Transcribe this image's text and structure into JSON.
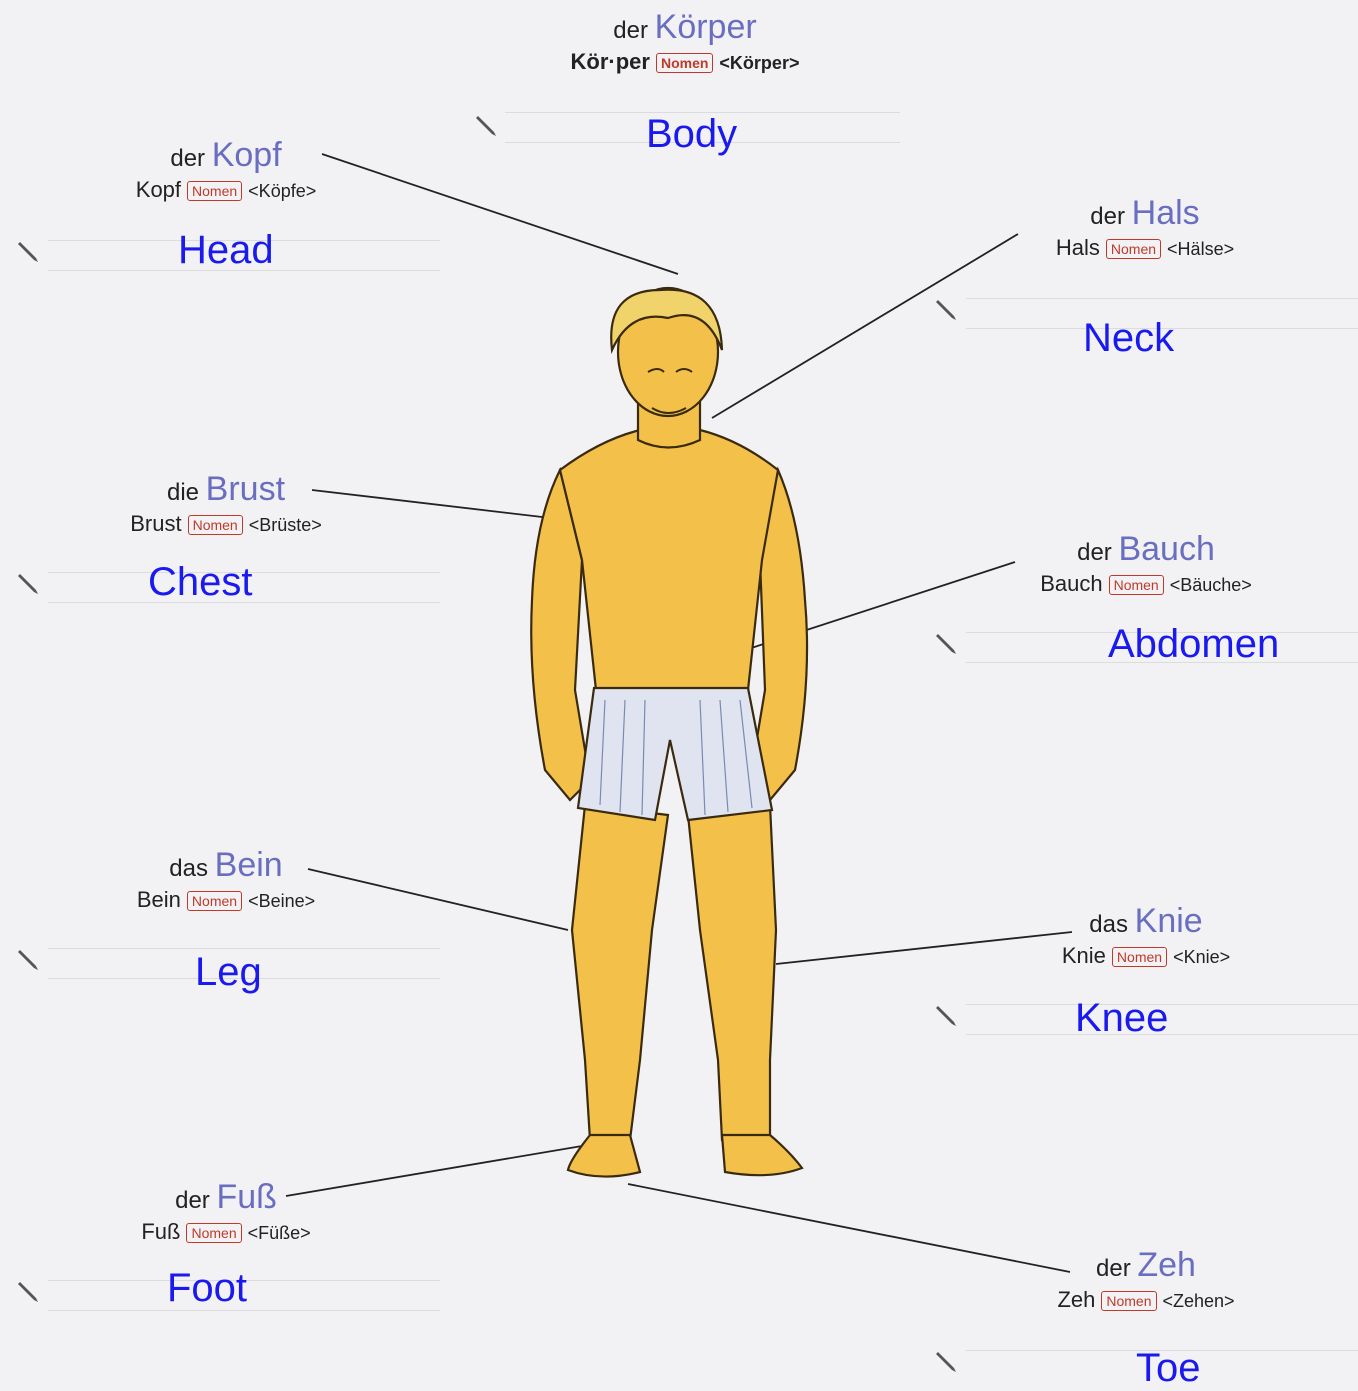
{
  "labels": {
    "koerper": {
      "article": "der",
      "noun": "Körper",
      "syllables": "Kör·per",
      "tag": "Nomen",
      "plural": "<Körper>",
      "english": "Body"
    },
    "kopf": {
      "article": "der",
      "noun": "Kopf",
      "syllables": "Kopf",
      "tag": "Nomen",
      "plural": "<Köpfe>",
      "english": "Head"
    },
    "hals": {
      "article": "der",
      "noun": "Hals",
      "syllables": "Hals",
      "tag": "Nomen",
      "plural": "<Hälse>",
      "english": "Neck"
    },
    "brust": {
      "article": "die",
      "noun": "Brust",
      "syllables": "Brust",
      "tag": "Nomen",
      "plural": "<Brüste>",
      "english": "Chest"
    },
    "bauch": {
      "article": "der",
      "noun": "Bauch",
      "syllables": "Bauch",
      "tag": "Nomen",
      "plural": "<Bäuche>",
      "english": "Abdomen"
    },
    "bein": {
      "article": "das",
      "noun": "Bein",
      "syllables": "Bein",
      "tag": "Nomen",
      "plural": "<Beine>",
      "english": "Leg"
    },
    "knie": {
      "article": "das",
      "noun": "Knie",
      "syllables": "Knie",
      "tag": "Nomen",
      "plural": "<Knie>",
      "english": "Knee"
    },
    "fuss": {
      "article": "der",
      "noun": "Fuß",
      "syllables": "Fuß",
      "tag": "Nomen",
      "plural": "<Füße>",
      "english": "Foot"
    },
    "zeh": {
      "article": "der",
      "noun": "Zeh",
      "syllables": "Zeh",
      "tag": "Nomen",
      "plural": "<Zehen>",
      "english": "Toe"
    }
  },
  "icons": {
    "pencil": "pencil-icon",
    "figure": "human-figure-illustration"
  },
  "colors": {
    "noun": "#6a6ec0",
    "english": "#1a1aee",
    "badge": "#c0392b",
    "skin": "#f3c04a",
    "shorts": "#dfe4f0"
  }
}
